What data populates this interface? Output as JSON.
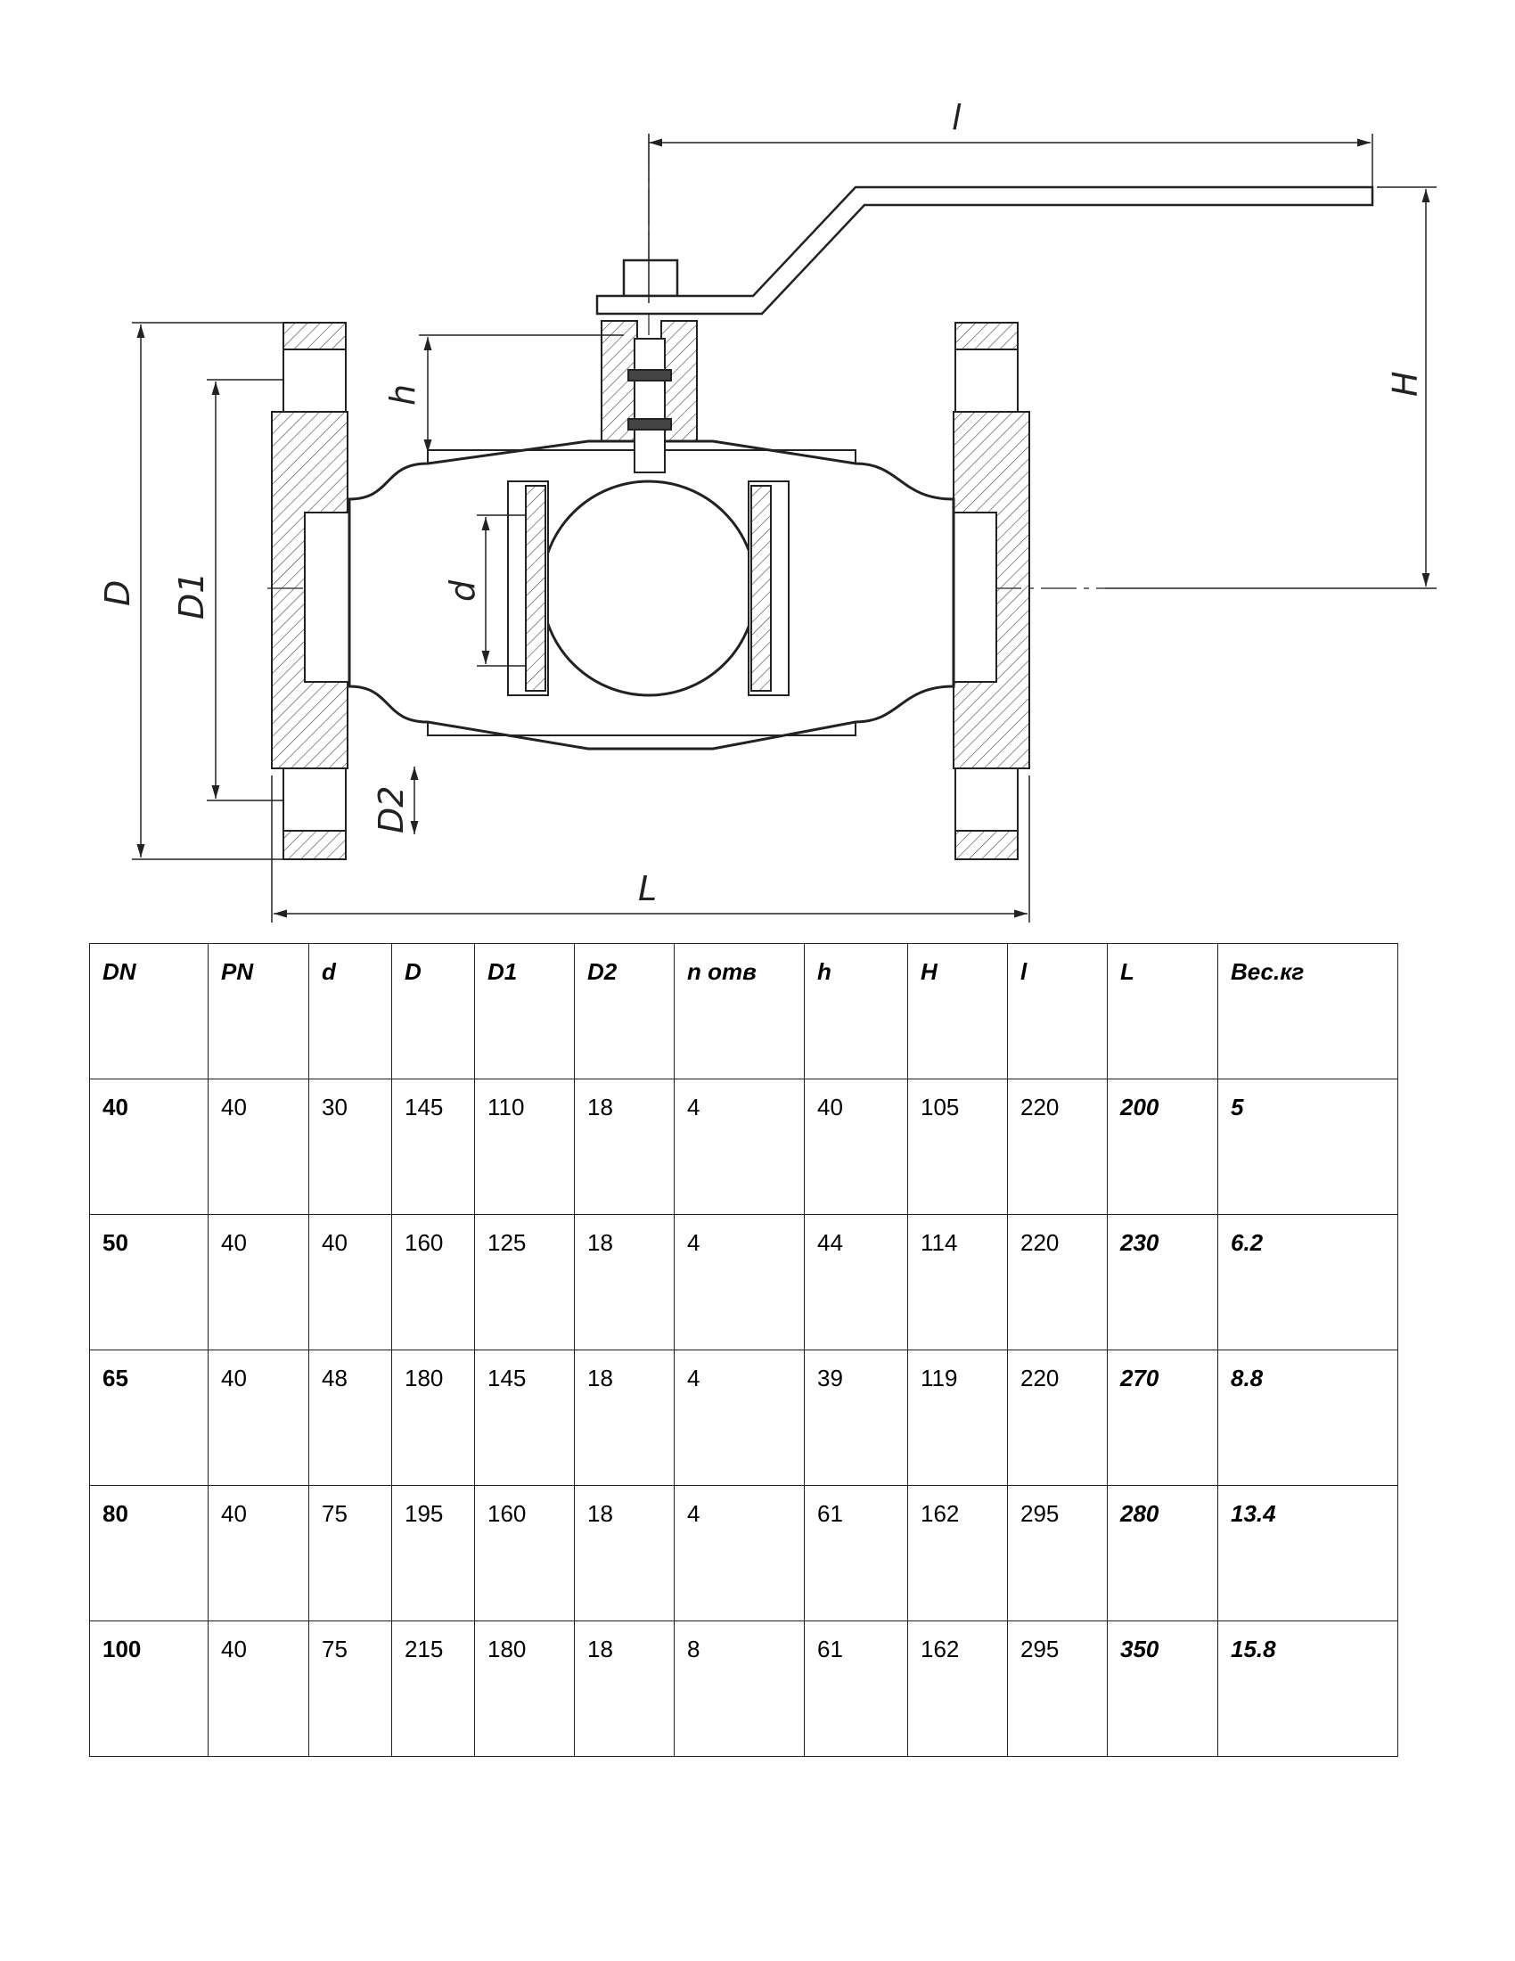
{
  "drawing": {
    "labels": {
      "handle_length": "l",
      "height": "H",
      "stem_height": "h",
      "flange_diameter": "D",
      "bolt_circle": "D1",
      "bore": "d",
      "hole_diameter": "D2",
      "face_to_face": "L"
    }
  },
  "table": {
    "headers": [
      "DN",
      "PN",
      "d",
      "D",
      "D1",
      "D2",
      "n отв",
      "h",
      "H",
      "l",
      "L",
      "Вес.кг"
    ],
    "rows": [
      [
        "40",
        "40",
        "30",
        "145",
        "110",
        "18",
        "4",
        "40",
        "105",
        "220",
        "200",
        "5"
      ],
      [
        "50",
        "40",
        "40",
        "160",
        "125",
        "18",
        "4",
        "44",
        "114",
        "220",
        "230",
        "6.2"
      ],
      [
        "65",
        "40",
        "48",
        "180",
        "145",
        "18",
        "4",
        "39",
        "119",
        "220",
        "270",
        "8.8"
      ],
      [
        "80",
        "40",
        "75",
        "195",
        "160",
        "18",
        "4",
        "61",
        "162",
        "295",
        "280",
        "13.4"
      ],
      [
        "100",
        "40",
        "75",
        "215",
        "180",
        "18",
        "8",
        "61",
        "162",
        "295",
        "350",
        "15.8"
      ]
    ]
  }
}
